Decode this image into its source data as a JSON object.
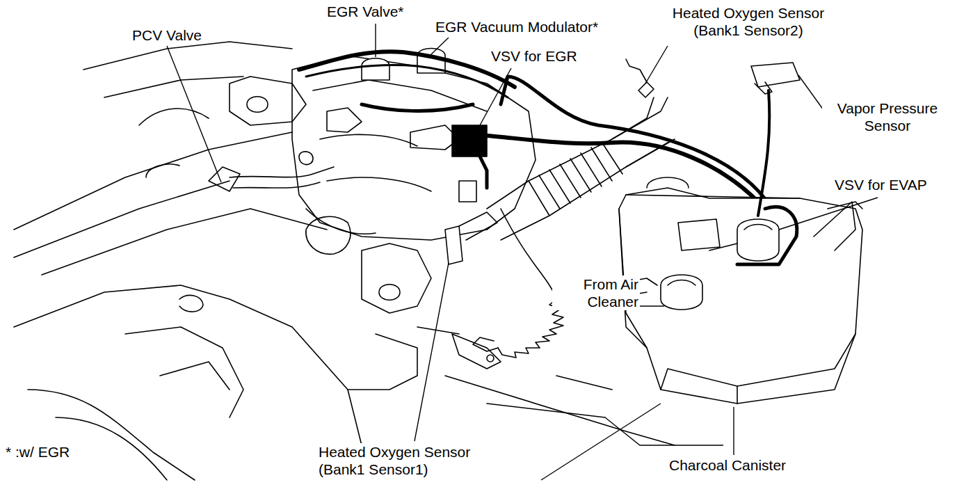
{
  "diagram": {
    "labels": [
      "PCV Valve",
      "EGR Valve*",
      "EGR Vacuum Modulator*",
      "VSV for EGR",
      "Heated Oxygen Sensor (Bank1 Sensor2)",
      "Vapor Pressure Sensor",
      "VSV for EVAP",
      "From Air Cleaner",
      "Heated Oxygen Sensor (Bank1 Sensor1)",
      "Charcoal Canister",
      "* :w/ EGR"
    ]
  }
}
